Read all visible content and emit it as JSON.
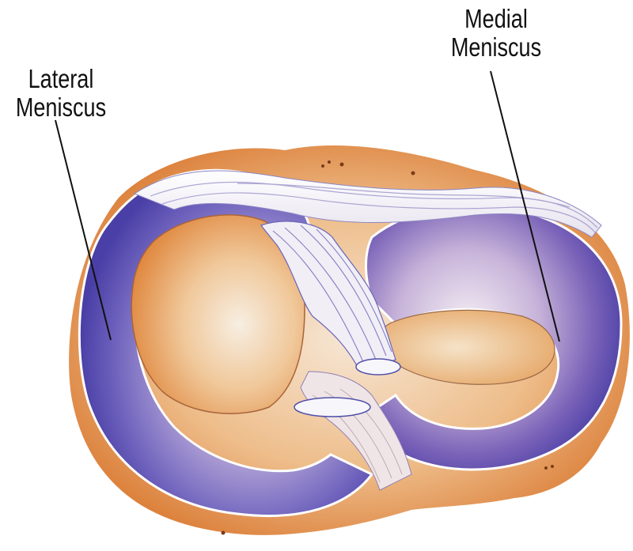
{
  "figure": {
    "subject": "Knee menisci (superior view of tibial plateau)",
    "labels": [
      {
        "id": "lateral",
        "line1": "Lateral",
        "line2": "Meniscus",
        "pointer_from": [
          70,
          152
        ],
        "pointer_to": [
          140,
          430
        ]
      },
      {
        "id": "medial",
        "line1": "Medial",
        "line2": "Meniscus",
        "pointer_from": [
          620,
          90
        ],
        "pointer_to": [
          707,
          432
        ]
      }
    ],
    "colors": {
      "meniscus_purple": "#5a4fb0",
      "meniscus_light": "#c9bde0",
      "cartilage_orange": "#e2904c",
      "cartilage_light": "#f4dcc0",
      "ligament_white": "#f3f1f6",
      "ligament_stripe": "#6a66b8",
      "leader_line": "#111111"
    }
  }
}
